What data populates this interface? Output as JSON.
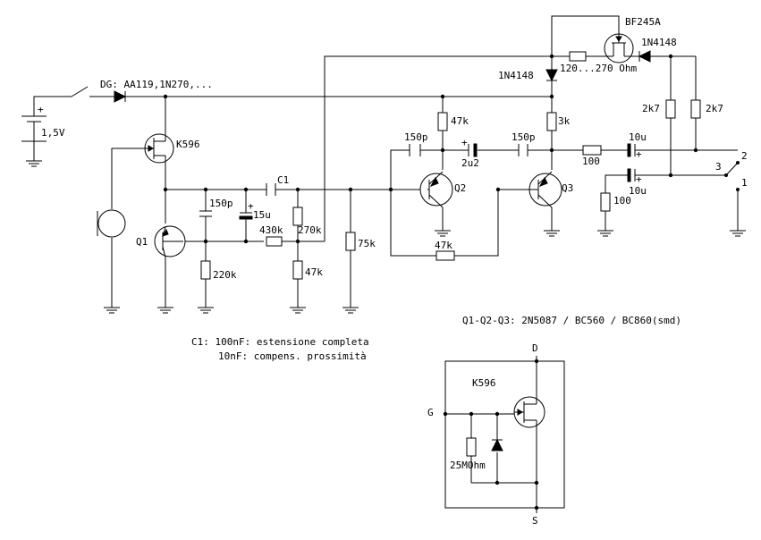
{
  "labels": {
    "diode_dg": "DG: AA119,1N270,...",
    "battery": "1,5V",
    "jfet_k596": "K596",
    "c1": "C1",
    "c_150p_a": "150p",
    "c_15u": "15u",
    "r_430k": "430k",
    "r_270k": "270k",
    "r_220k": "220k",
    "r_47k_a": "47k",
    "r_75k": "75k",
    "q1": "Q1",
    "q2": "Q2",
    "q3": "Q3",
    "c_150p_b": "150p",
    "c_2u2": "2u2",
    "r_47k_b": "47k",
    "r_47k_c": "47k",
    "c_150p_c": "150p",
    "r_3k": "3k",
    "d_1n4148_a": "1N4148",
    "jfet_bf245a": "BF245A",
    "d_1n4148_b": "1N4148",
    "r_120_270": "120...270 Ohm",
    "r_2k7_a": "2k7",
    "r_2k7_b": "2k7",
    "r_100_a": "100",
    "c_10u_a": "10u",
    "c_10u_b": "10u",
    "r_100_b": "100",
    "sw_1": "1",
    "sw_2": "2",
    "sw_3": "3",
    "transistor_types": "Q1-Q2-Q3: 2N5087 / BC560 / BC860(smd)",
    "c1_note_1": "C1: 100nF: estensione completa",
    "c1_note_2": "10nF: compens. prossimità",
    "plus_1": "+",
    "plus_2": "+",
    "plus_3": "+",
    "plus_4": "+",
    "plus_5": "+",
    "inset_title": "K596",
    "inset_d": "D",
    "inset_g": "G",
    "inset_s": "S",
    "inset_r": "25MOhm"
  }
}
